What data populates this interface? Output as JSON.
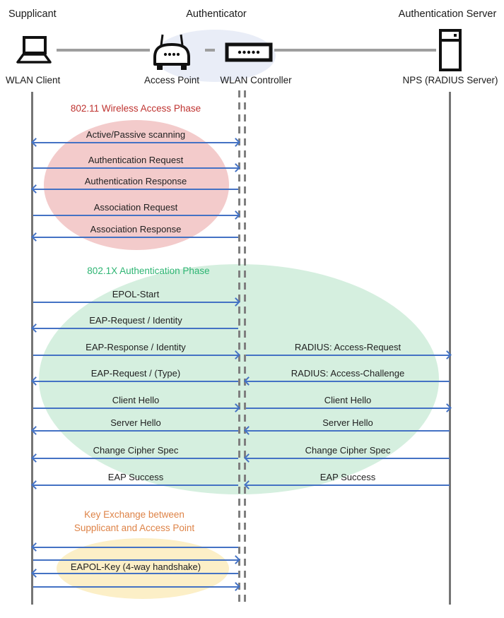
{
  "header": {
    "roles": [
      {
        "label": "Supplicant"
      },
      {
        "label": "Authenticator"
      },
      {
        "label": "Authentication Server"
      }
    ],
    "nodes": [
      {
        "label": "WLAN Client",
        "icon": "laptop-icon"
      },
      {
        "label": "Access Point",
        "icon": "access-point-icon"
      },
      {
        "label": "WLAN Controller",
        "icon": "wlan-controller-icon"
      },
      {
        "label": "NPS (RADIUS Server)",
        "icon": "server-icon"
      }
    ]
  },
  "phases": [
    {
      "title": "802.11 Wireless Access Phase",
      "color": "#BF3330",
      "ellipse_color": "#F3CBCB"
    },
    {
      "title": "802.1X Authentication Phase",
      "color": "#2EB573",
      "ellipse_color": "#D5EFDF"
    },
    {
      "title_line1": "Key Exchange between",
      "title_line2": "Supplicant and Access Point",
      "color": "#DE8347",
      "ellipse_color": "#FCEFC7"
    }
  ],
  "messages": [
    {
      "text": "Active/Passive scanning",
      "from": "WLAN Client",
      "to": "WLAN Controller",
      "direction": "both"
    },
    {
      "text": "Authentication Request",
      "from": "WLAN Client",
      "to": "WLAN Controller",
      "direction": "right"
    },
    {
      "text": "Authentication Response",
      "from": "WLAN Controller",
      "to": "WLAN Client",
      "direction": "left"
    },
    {
      "text": "Association Request",
      "from": "WLAN Client",
      "to": "WLAN Controller",
      "direction": "right"
    },
    {
      "text": "Association Response",
      "from": "WLAN Controller",
      "to": "WLAN Client",
      "direction": "left"
    },
    {
      "text": "EPOL-Start",
      "from": "WLAN Client",
      "to": "WLAN Controller",
      "direction": "right"
    },
    {
      "text": "EAP-Request / Identity",
      "from": "WLAN Controller",
      "to": "WLAN Client",
      "direction": "left"
    },
    {
      "text": "EAP-Response / Identity",
      "from": "WLAN Client",
      "to": "WLAN Controller",
      "direction": "right"
    },
    {
      "text": "RADIUS: Access-Request",
      "from": "WLAN Controller",
      "to": "NPS (RADIUS Server)",
      "direction": "right"
    },
    {
      "text": "EAP-Request / (Type)",
      "from": "WLAN Controller",
      "to": "WLAN Client",
      "direction": "left"
    },
    {
      "text": "RADIUS: Access-Challenge",
      "from": "NPS (RADIUS Server)",
      "to": "WLAN Controller",
      "direction": "left"
    },
    {
      "text": "Client Hello",
      "from": "WLAN Client",
      "to": "WLAN Controller",
      "direction": "right"
    },
    {
      "text": "Client Hello",
      "from": "WLAN Controller",
      "to": "NPS (RADIUS Server)",
      "direction": "right"
    },
    {
      "text": "Server Hello",
      "from": "WLAN Controller",
      "to": "WLAN Client",
      "direction": "left"
    },
    {
      "text": "Server Hello",
      "from": "NPS (RADIUS Server)",
      "to": "WLAN Controller",
      "direction": "left"
    },
    {
      "text": "Change Cipher Spec",
      "from": "WLAN Controller",
      "to": "WLAN Client",
      "direction": "left"
    },
    {
      "text": "Change Cipher Spec",
      "from": "NPS (RADIUS Server)",
      "to": "WLAN Controller",
      "direction": "left"
    },
    {
      "text": "EAP Success",
      "from": "WLAN Controller",
      "to": "WLAN Client",
      "direction": "left"
    },
    {
      "text": "EAP Success",
      "from": "NPS (RADIUS Server)",
      "to": "WLAN Controller",
      "direction": "left"
    }
  ],
  "key_exchange": {
    "label": "EAPOL-Key (4-way handshake)",
    "arrows": [
      "left",
      "right",
      "left",
      "right"
    ]
  },
  "colors": {
    "arrow": "#4472C4",
    "lifeline": "#757575",
    "center_lifeline_dash": "#7F7F7F",
    "header_connector": "#9E9E9E",
    "authenticator_ellipse": "#E9EDF7",
    "message_text": "#1F1F1F"
  }
}
